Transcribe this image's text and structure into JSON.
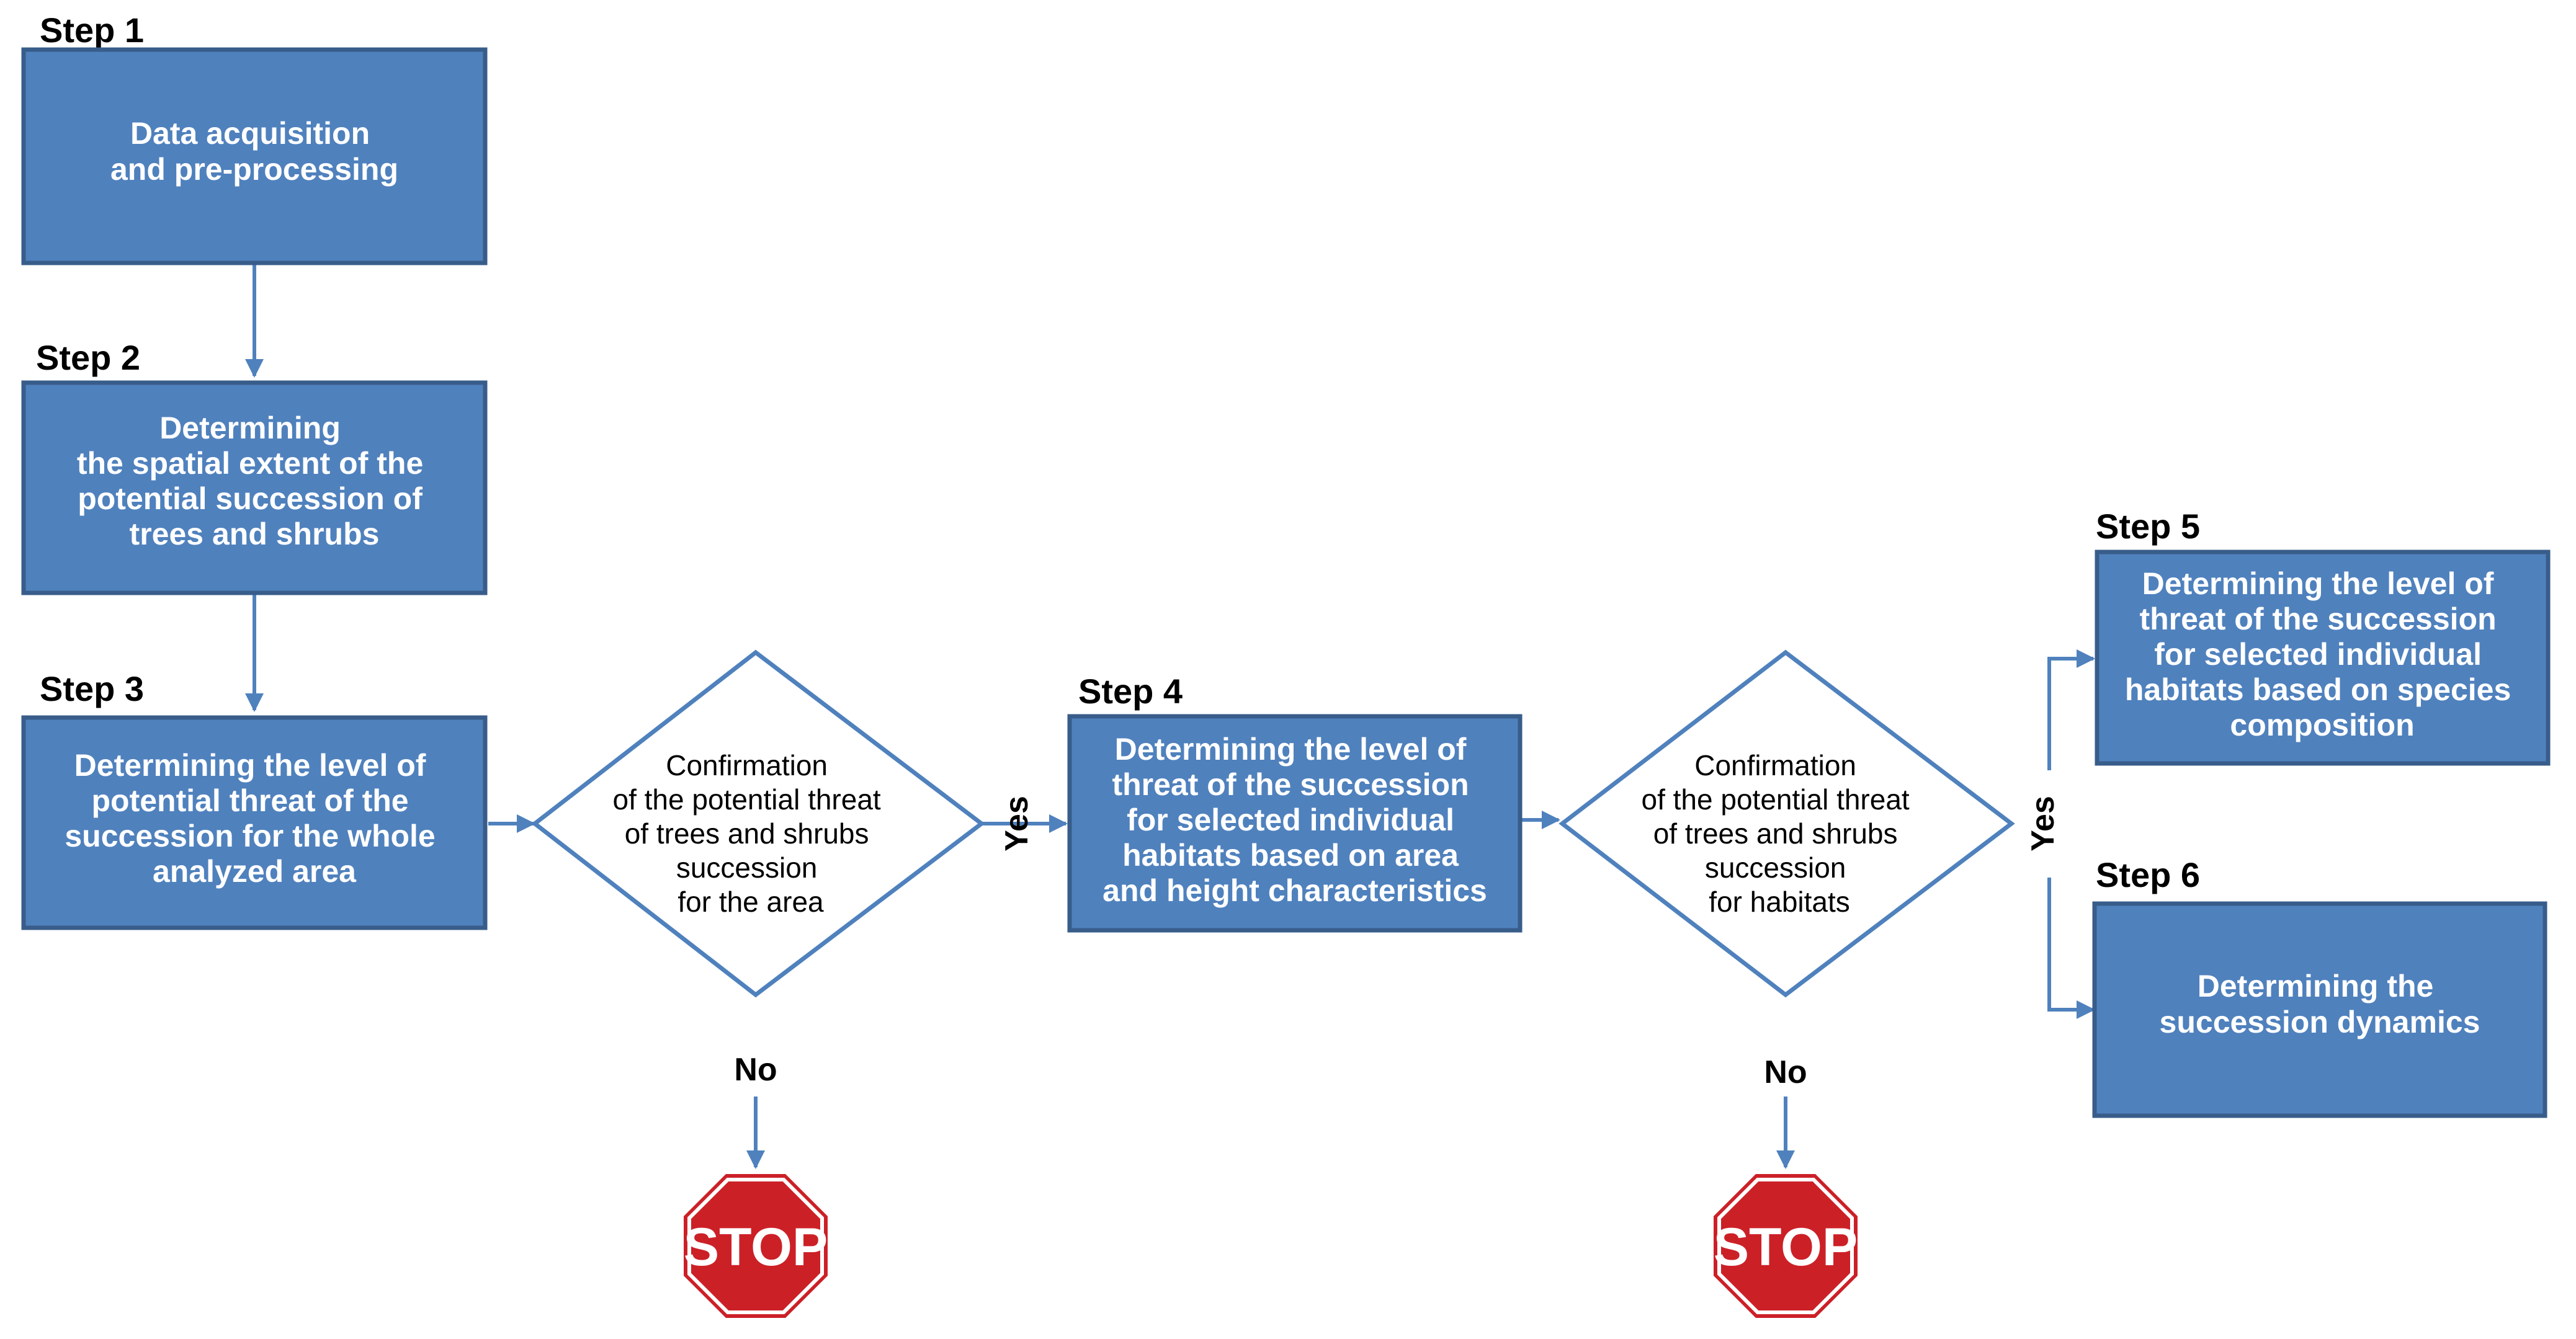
{
  "colors": {
    "box_fill": "#4f81bd",
    "box_border": "#385d8a",
    "connector": "#4f81bd",
    "diamond_fill": "#ffffff",
    "diamond_border": "#4f81bd",
    "stop_fill": "#cc2027",
    "stop_text": "#ffffff"
  },
  "steps": {
    "s1": {
      "label": "Step 1",
      "lines": [
        "Data acquisition",
        "and pre-processing"
      ]
    },
    "s2": {
      "label": "Step 2",
      "lines": [
        "Determining",
        "the spatial extent of the",
        "potential succession of",
        "trees and shrubs"
      ]
    },
    "s3": {
      "label": "Step 3",
      "lines": [
        "Determining the level of",
        "potential threat of the",
        "succession for the whole",
        "analyzed area"
      ]
    },
    "s4": {
      "label": "Step 4",
      "lines": [
        "Determining the level of",
        "threat of the succession",
        "for selected individual",
        "habitats based on area",
        "and height characteristics"
      ]
    },
    "s5": {
      "label": "Step 5",
      "lines": [
        "Determining the level of",
        "threat of the succession",
        "for selected individual",
        "habitats based on species",
        "composition"
      ]
    },
    "s6": {
      "label": "Step 6",
      "lines": [
        "Determining the",
        "succession dynamics"
      ]
    }
  },
  "decisions": {
    "d1": {
      "lines": [
        "Confirmation",
        "of the potential threat",
        "of trees and shrubs",
        "succession",
        "for the area"
      ],
      "yes_label": "Yes",
      "no_label": "No"
    },
    "d2": {
      "lines": [
        "Confirmation",
        "of the potential threat",
        "of trees and shrubs",
        "succession",
        "for habitats"
      ],
      "yes_label": "Yes",
      "no_label": "No"
    }
  },
  "stop_signs": {
    "stop1": {
      "label": "STOP",
      "icon": "stop-sign-icon"
    },
    "stop2": {
      "label": "STOP",
      "icon": "stop-sign-icon"
    }
  }
}
